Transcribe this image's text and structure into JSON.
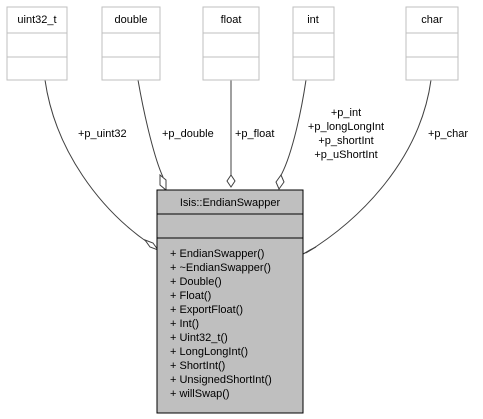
{
  "diagram": {
    "dependencies": [
      {
        "type_name": "uint32_t",
        "labels": [
          "+p_uint32"
        ]
      },
      {
        "type_name": "double",
        "labels": [
          "+p_double"
        ]
      },
      {
        "type_name": "float",
        "labels": [
          "+p_float"
        ]
      },
      {
        "type_name": "int",
        "labels": [
          "+p_int",
          "+p_longLongInt",
          "+p_shortInt",
          "+p_uShortInt"
        ]
      },
      {
        "type_name": "char",
        "labels": [
          "+p_char"
        ]
      }
    ],
    "main_class": {
      "name": "Isis::EndianSwapper",
      "methods": [
        "+ EndianSwapper()",
        "+ ~EndianSwapper()",
        "+ Double()",
        "+ Float()",
        "+ ExportFloat()",
        "+ Int()",
        "+ Uint32_t()",
        "+ LongLongInt()",
        "+ ShortInt()",
        "+ UnsignedShortInt()",
        "+ willSwap()"
      ]
    },
    "colors": {
      "type_box_border": "#bfbfbf",
      "main_box_fill": "#bfbfbf",
      "main_box_border": "#000000",
      "edge": "#404040",
      "text": "#000000"
    }
  }
}
